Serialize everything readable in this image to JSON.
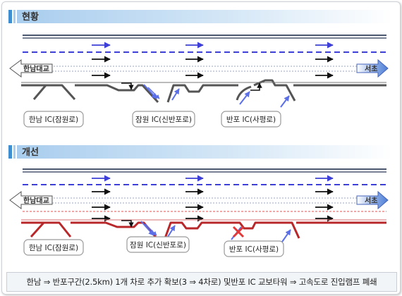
{
  "panels": {
    "current": {
      "title": "현황",
      "left_end": "한남대교",
      "right_end": "서초",
      "ic_labels": [
        "한남 IC(잠원로)",
        "잠원 IC(신반포로)",
        "반포 IC(사평로)"
      ]
    },
    "improved": {
      "title": "개선",
      "left_end": "한남대교",
      "right_end": "서초",
      "ic_labels": [
        "한남 IC(잠원로)",
        "잠원 IC(신반포로)",
        "반포 IC(사평로)"
      ]
    }
  },
  "caption": "한남 ⇒ 반포구간(2.5km) 1개 차로 추가 확보(3 ⇒ 4차로) 및반포 IC 교보타워 ⇒ 고속도로 진입램프 폐쇄",
  "colors": {
    "title_bar": "#b8d6f0",
    "title_marker": "#3f8fd0",
    "current_road": "#555555",
    "improved_road": "#b8282a",
    "lane_blue": "#3d3fd6",
    "lane_red": "#e05050",
    "ramp_arrow": "#5b6fe8",
    "end_arrow_fill": "#5d86d8",
    "close_x": "#e23a3a"
  },
  "icons": {
    "direction_arrow": "arrow-right-icon",
    "end_arrow": "block-arrow-icon",
    "ramp_closed": "x-mark-icon"
  }
}
